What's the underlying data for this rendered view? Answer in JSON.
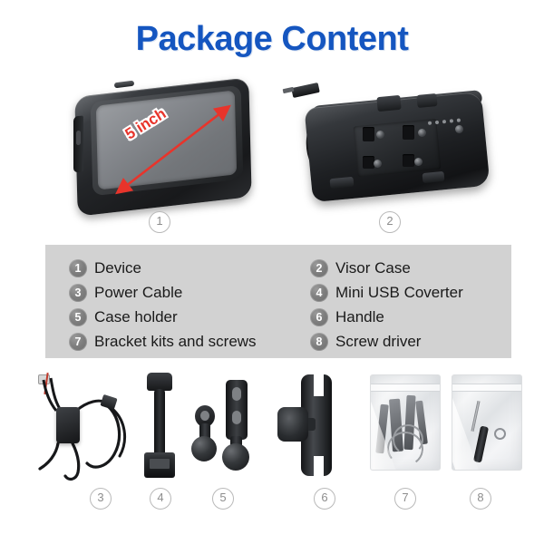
{
  "page": {
    "title": "Package Content",
    "title_color": "#1556c0",
    "background_color": "#ffffff"
  },
  "top_products": [
    {
      "badge": "1",
      "name": "device",
      "measurement_label": "5 inch"
    },
    {
      "badge": "2",
      "name": "visor-case"
    }
  ],
  "legend": {
    "background_color": "#d2d2d2",
    "left_column": [
      {
        "badge": "1",
        "label": "Device"
      },
      {
        "badge": "3",
        "label": "Power Cable"
      },
      {
        "badge": "5",
        "label": "Case holder"
      },
      {
        "badge": "7",
        "label": "Bracket kits and screws"
      }
    ],
    "right_column": [
      {
        "badge": "2",
        "label": "Visor Case"
      },
      {
        "badge": "4",
        "label": "Mini USB Coverter"
      },
      {
        "badge": "6",
        "label": "Handle"
      },
      {
        "badge": "8",
        "label": "Screw driver"
      }
    ]
  },
  "bottom_products": [
    {
      "badge": "3",
      "name": "power-cable"
    },
    {
      "badge": "4",
      "name": "mini-usb-converter"
    },
    {
      "badge": "5",
      "name": "case-holder"
    },
    {
      "badge": "6",
      "name": "handle"
    },
    {
      "badge": "7",
      "name": "bracket-kits-and-screws"
    },
    {
      "badge": "8",
      "name": "screw-driver"
    }
  ]
}
